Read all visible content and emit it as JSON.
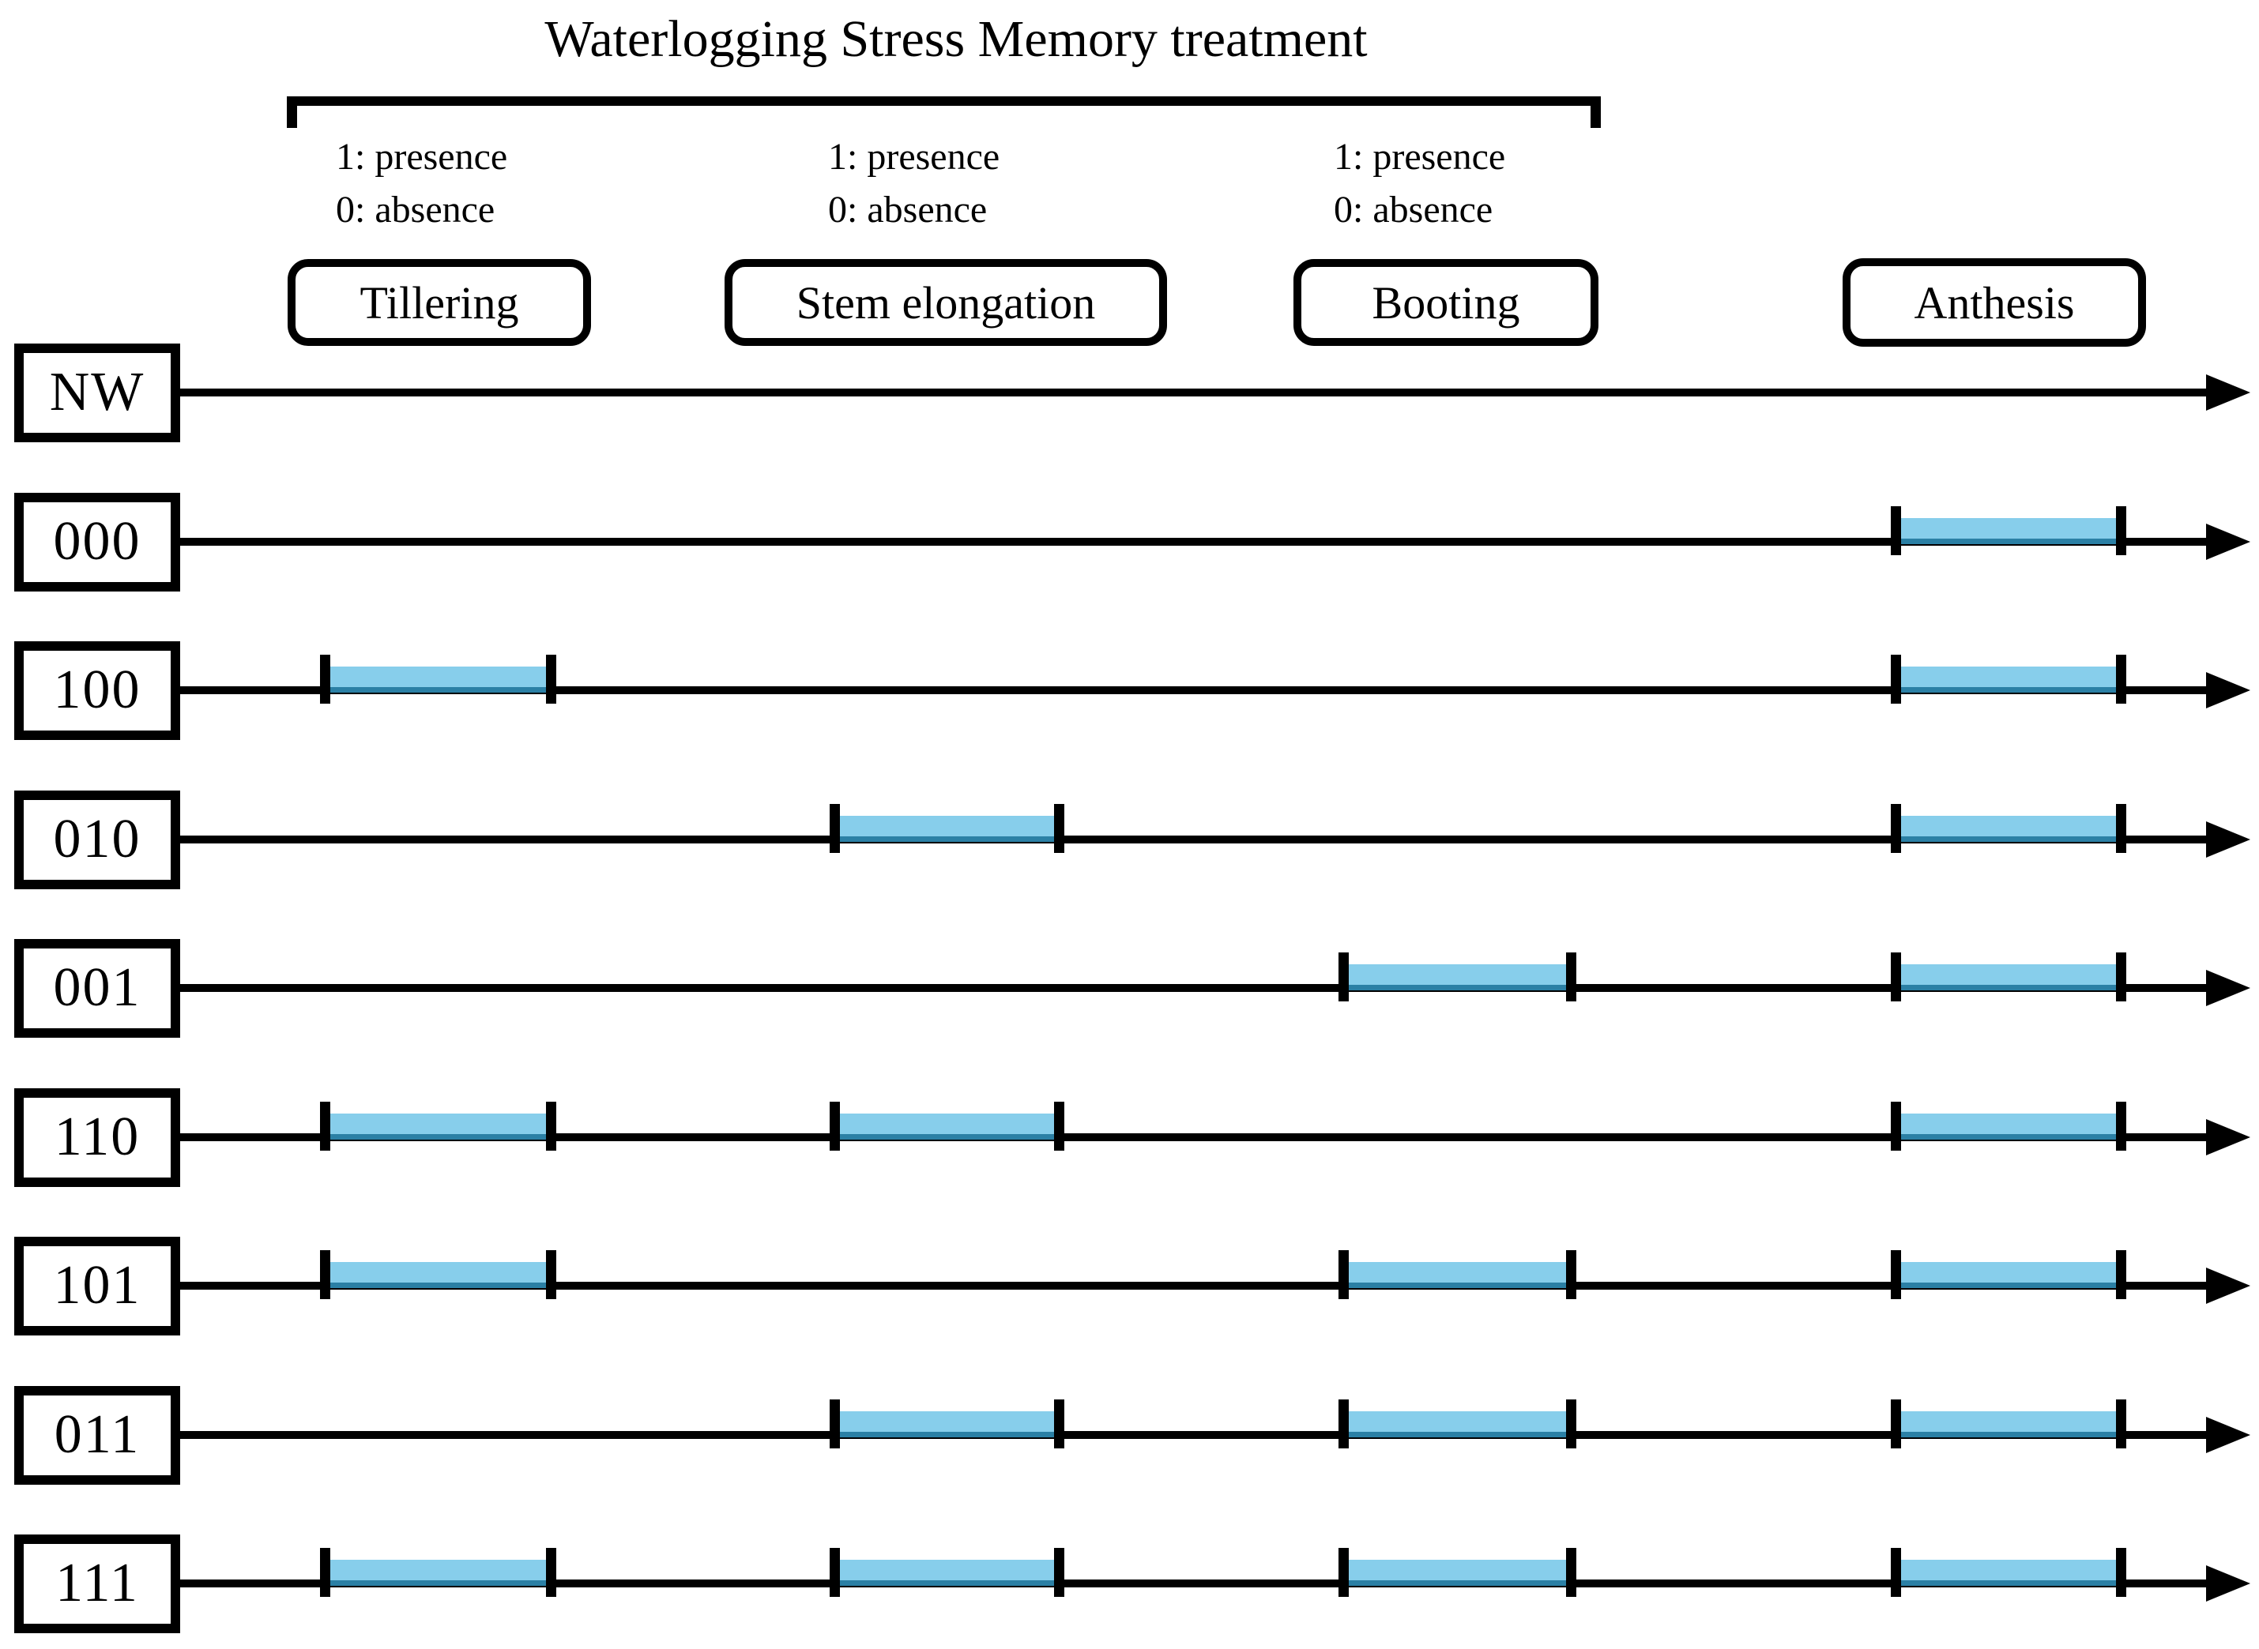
{
  "title": "Waterlogging Stress Memory treatment",
  "legend": {
    "presence": "1: presence",
    "absence": "0: absence"
  },
  "stages": [
    {
      "id": "tillering",
      "label": "Tillering"
    },
    {
      "id": "stem",
      "label": "Stem elongation"
    },
    {
      "id": "booting",
      "label": "Booting"
    },
    {
      "id": "anthesis",
      "label": "Anthesis"
    }
  ],
  "rows": [
    {
      "label": "NW",
      "bars": []
    },
    {
      "label": "000",
      "bars": [
        "anthesis"
      ]
    },
    {
      "label": "100",
      "bars": [
        "tillering",
        "anthesis"
      ]
    },
    {
      "label": "010",
      "bars": [
        "stem",
        "anthesis"
      ]
    },
    {
      "label": "001",
      "bars": [
        "booting",
        "anthesis"
      ]
    },
    {
      "label": "110",
      "bars": [
        "tillering",
        "stem",
        "anthesis"
      ]
    },
    {
      "label": "101",
      "bars": [
        "tillering",
        "booting",
        "anthesis"
      ]
    },
    {
      "label": "011",
      "bars": [
        "stem",
        "booting",
        "anthesis"
      ]
    },
    {
      "label": "111",
      "bars": [
        "tillering",
        "stem",
        "booting",
        "anthesis"
      ]
    }
  ],
  "colors": {
    "bar_fill": "#87CEEB",
    "bar_edge": "#2B80A5",
    "line": "#000000"
  }
}
